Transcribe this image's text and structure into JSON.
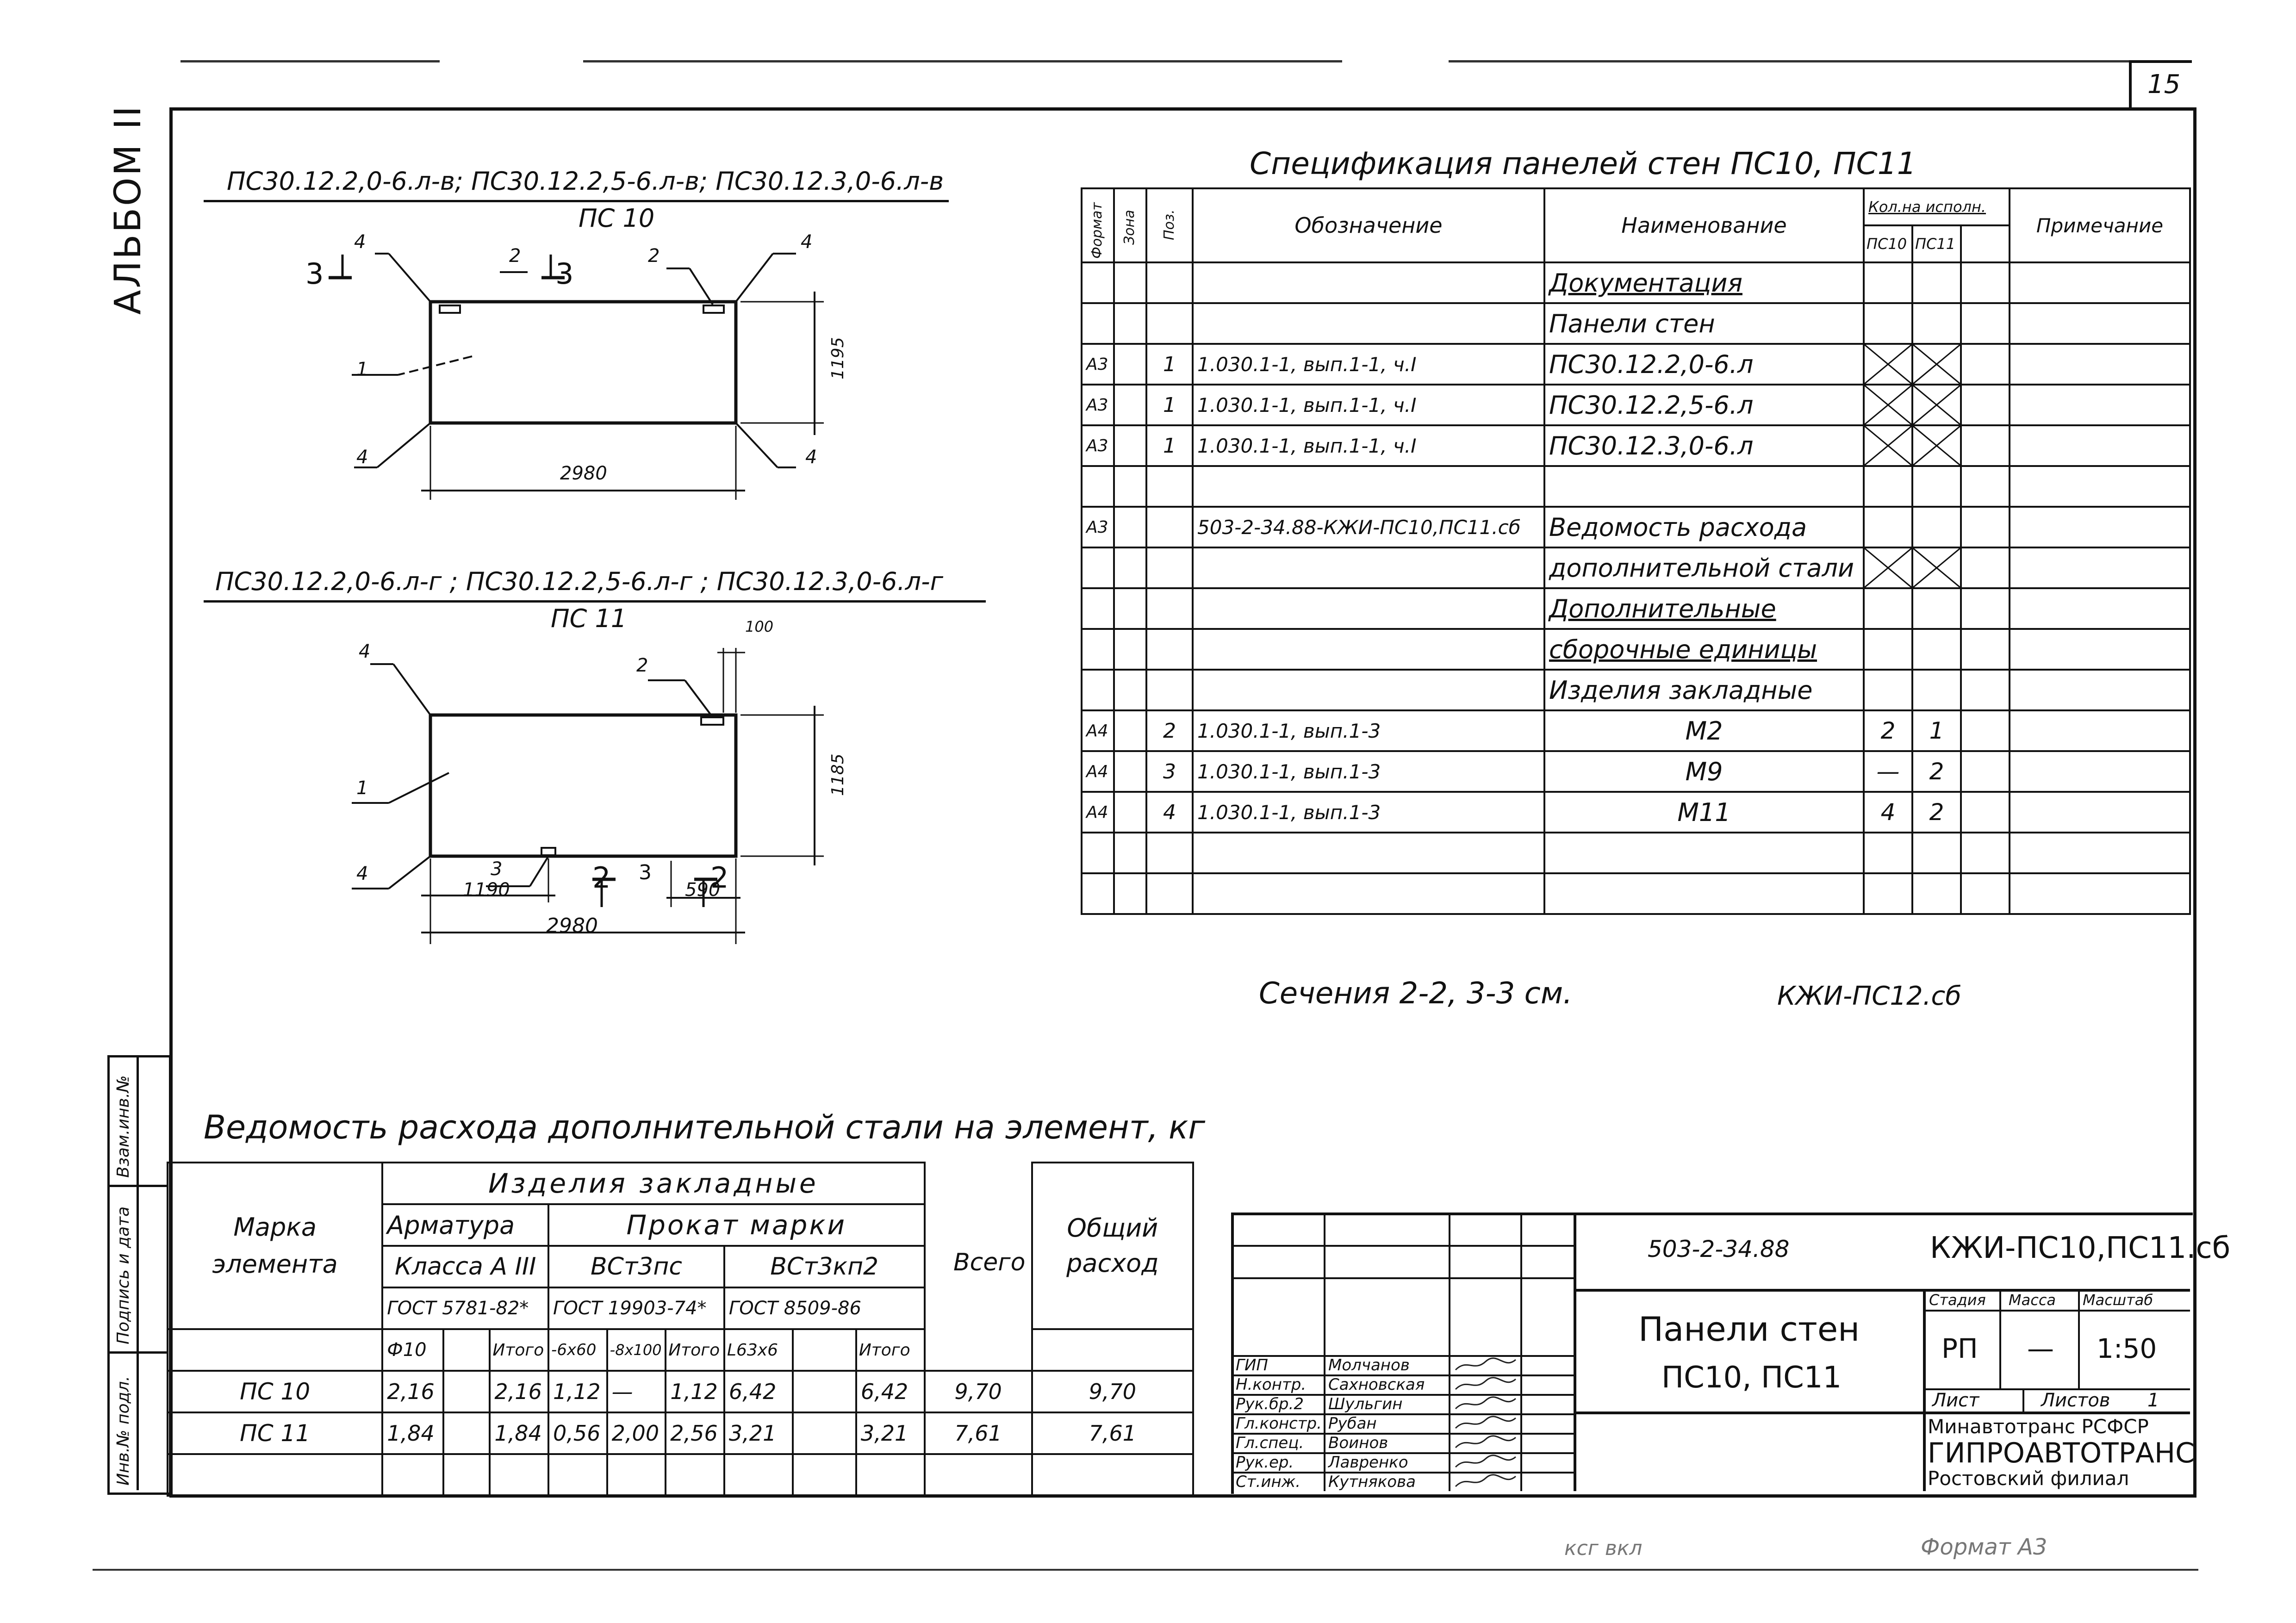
{
  "sheet": {
    "number": "15",
    "album": "АЛЬБОМ II",
    "left_strip": [
      "Инв.№ подл.",
      "Подпись и дата",
      "Взам.инв.№"
    ],
    "footer_left": "ксг вкл",
    "footer_right": "Формат А3"
  },
  "drawing_pc10": {
    "marks": "ПС30.12.2,0-6.л-в; ПС30.12.2,5-6.л-в; ПС30.12.3,0-6.л-в",
    "name": "ПС 10",
    "width_dim": "2980",
    "height_dim": "1195",
    "section_label": "3",
    "callouts": [
      "1",
      "2",
      "4"
    ]
  },
  "drawing_pc11": {
    "marks": "ПС30.12.2,0-6.л-г ; ПС30.12.2,5-6.л-г ; ПС30.12.3,0-6.л-г",
    "name": "ПС 11",
    "width_dim": "2980",
    "height_dim": "1185",
    "dim_1190": "1190",
    "dim_590": "590",
    "dim_100": "100",
    "section_label_2": "2",
    "section_label_3": "3",
    "callouts": [
      "1",
      "2",
      "3",
      "4"
    ]
  },
  "spec": {
    "title": "Спецификация панелей стен ПС10, ПС11",
    "headers": {
      "format": "Формат",
      "zone": "Зона",
      "pos": "Поз.",
      "designation": "Обозначение",
      "name": "Наименование",
      "qty": "Кол.на исполн.",
      "pc10": "ПС10",
      "pc11": "ПС11",
      "note": "Примечание"
    },
    "rows": [
      {
        "f": "",
        "p": "",
        "d": "",
        "n": "Документация",
        "u": true,
        "a": "",
        "b": "",
        "x": false
      },
      {
        "f": "",
        "p": "",
        "d": "",
        "n": "Панели стен",
        "u": false,
        "a": "",
        "b": "",
        "x": false
      },
      {
        "f": "А3",
        "p": "1",
        "d": "1.030.1-1, вып.1-1, ч.I",
        "n": "ПС30.12.2,0-6.л",
        "u": false,
        "a": "",
        "b": "",
        "x": true
      },
      {
        "f": "А3",
        "p": "1",
        "d": "1.030.1-1, вып.1-1, ч.I",
        "n": "ПС30.12.2,5-6.л",
        "u": false,
        "a": "",
        "b": "",
        "x": true
      },
      {
        "f": "А3",
        "p": "1",
        "d": "1.030.1-1, вып.1-1, ч.I",
        "n": "ПС30.12.3,0-6.л",
        "u": false,
        "a": "",
        "b": "",
        "x": true
      },
      {
        "f": "",
        "p": "",
        "d": "",
        "n": "",
        "u": false,
        "a": "",
        "b": "",
        "x": false
      },
      {
        "f": "А3",
        "p": "",
        "d": "503-2-34.88-КЖИ-ПС10,ПС11.сб",
        "n": "Ведомость расхода",
        "u": false,
        "a": "",
        "b": "",
        "x": false
      },
      {
        "f": "",
        "p": "",
        "d": "",
        "n": "дополнительной стали",
        "u": false,
        "a": "",
        "b": "",
        "x": true
      },
      {
        "f": "",
        "p": "",
        "d": "",
        "n": "Дополнительные",
        "u": true,
        "a": "",
        "b": "",
        "x": false
      },
      {
        "f": "",
        "p": "",
        "d": "",
        "n": "сборочные единицы",
        "u": true,
        "a": "",
        "b": "",
        "x": false
      },
      {
        "f": "",
        "p": "",
        "d": "",
        "n": "Изделия закладные",
        "u": false,
        "a": "",
        "b": "",
        "x": false
      },
      {
        "f": "А4",
        "p": "2",
        "d": "1.030.1-1, вып.1-3",
        "n": "М2",
        "u": false,
        "a": "2",
        "b": "1",
        "x": false
      },
      {
        "f": "А4",
        "p": "3",
        "d": "1.030.1-1, вып.1-3",
        "n": "М9",
        "u": false,
        "a": "—",
        "b": "2",
        "x": false
      },
      {
        "f": "А4",
        "p": "4",
        "d": "1.030.1-1, вып.1-3",
        "n": "М11",
        "u": false,
        "a": "4",
        "b": "2",
        "x": false
      },
      {
        "f": "",
        "p": "",
        "d": "",
        "n": "",
        "u": false,
        "a": "",
        "b": "",
        "x": false
      },
      {
        "f": "",
        "p": "",
        "d": "",
        "n": "",
        "u": false,
        "a": "",
        "b": "",
        "x": false
      }
    ]
  },
  "note": {
    "sections": "Сечения 2-2, 3-3 см.",
    "ref": "КЖИ-ПС12.сб"
  },
  "steel": {
    "title": "Ведомость расхода дополнительной стали на элемент, кг",
    "h_mark": "Марка элемента",
    "h_items": "Изделия закладные",
    "h_rebar": "Арматура",
    "h_rebar_class": "Класса А III",
    "h_rebar_gost": "ГОСТ 5781-82*",
    "h_profile": "Прокат марки",
    "h_vst3ps": "ВСт3пс",
    "h_vst3kp2": "ВСт3кп2",
    "h_gost19903": "ГОСТ 19903-74*",
    "h_gost8509": "ГОСТ 8509-86",
    "h_total": "Всего",
    "h_general": "Общий расход",
    "h_d10": "Ф10",
    "h_itogo": "Итого",
    "h_6x60": "-6х60",
    "h_8x100": "-8х100",
    "h_l63": "L63х6",
    "rows": [
      [
        "ПС 10",
        "2,16",
        "",
        "2,16",
        "1,12",
        "—",
        "1,12",
        "6,42",
        "",
        "6,42",
        "9,70",
        "9,70"
      ],
      [
        "ПС 11",
        "1,84",
        "",
        "1,84",
        "0,56",
        "2,00",
        "2,56",
        "3,21",
        "",
        "3,21",
        "7,61",
        "7,61"
      ]
    ]
  },
  "stamp": {
    "doc_code": "503-2-34.88",
    "doc_mark": "КЖИ-ПС10,ПС11.сб",
    "title_1": "Панели стен",
    "title_2": "ПС10, ПС11",
    "stage_h": "Стадия",
    "mass_h": "Масса",
    "scale_h": "Масштаб",
    "stage": "РП",
    "mass": "—",
    "scale": "1:50",
    "sheet_h": "Лист",
    "sheets_h": "Листов",
    "sheets": "1",
    "org_1": "Минавтотранс РСФСР",
    "org_2": "ГИПРОАВТОТРАНС",
    "org_3": "Ростовский филиал",
    "people": [
      [
        "ГИП",
        "Молчанов"
      ],
      [
        "Н.контр.",
        "Сахновская"
      ],
      [
        "Рук.бр.2",
        "Шульгин"
      ],
      [
        "Гл.констр.",
        "Рубан"
      ],
      [
        "Гл.спец.",
        "Воинов"
      ],
      [
        "Рук.ер.",
        "Лавренко"
      ],
      [
        "Ст.инж.",
        "Кутнякова"
      ]
    ]
  }
}
